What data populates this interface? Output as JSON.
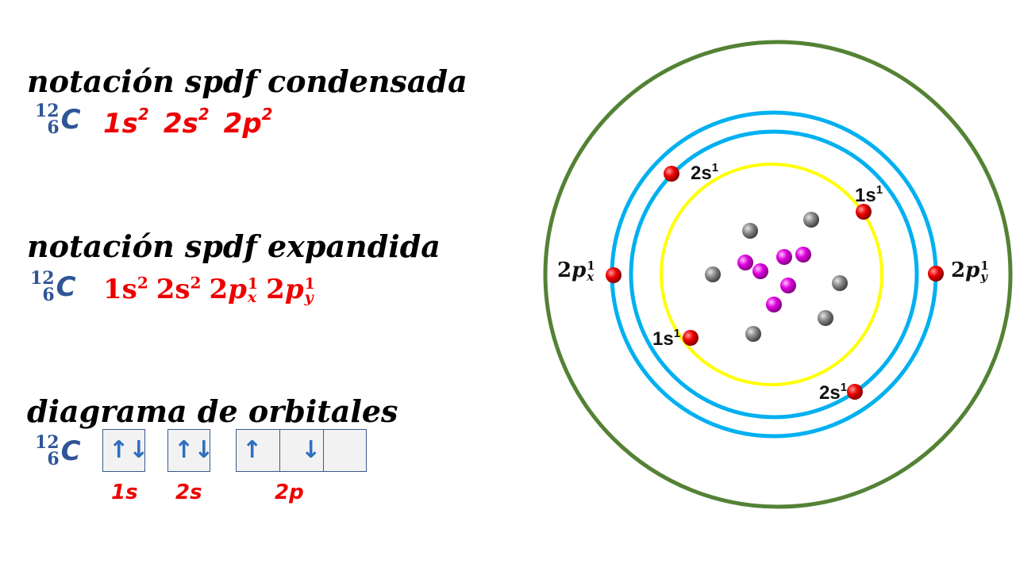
{
  "colors": {
    "heading": "#000000",
    "nuclide": "#2f5597",
    "config": "#ee0000",
    "arrow": "#2f6fbf",
    "outer_ring": "#548235",
    "shell_rings": "#00b0f0",
    "inner_ring": "#ffff00",
    "electron": "#ee0000",
    "neutron": "#7f7f7f",
    "proton": "#e000e0"
  },
  "nuclide": {
    "mass": "12",
    "atomic": "6",
    "symbol": "C"
  },
  "sections": {
    "condensed": {
      "title": "notación spdf  condensada",
      "terms": [
        {
          "base": "1s",
          "sup": "2"
        },
        {
          "base": "2s",
          "sup": "2"
        },
        {
          "base": "2p",
          "sup": "2"
        }
      ]
    },
    "expanded": {
      "title": "notación spdf  expandida",
      "terms": [
        {
          "base": "1s",
          "sup": "2"
        },
        {
          "base": "2s",
          "sup": "2"
        },
        {
          "n": "2",
          "l": "p",
          "sup": "1",
          "sub": "x"
        },
        {
          "n": "2",
          "l": "p",
          "sup": "1",
          "sub": "y"
        }
      ]
    },
    "diagram": {
      "title": "diagrama de orbitales",
      "orbitals": [
        {
          "label": "1s",
          "boxes": [
            "↑↓"
          ]
        },
        {
          "label": "2s",
          "boxes": [
            "↑↓"
          ]
        },
        {
          "label": "2p",
          "boxes": [
            "↑",
            "↓",
            ""
          ]
        }
      ]
    }
  },
  "atom": {
    "electron_labels": {
      "a": {
        "base": "2s",
        "sup": "1"
      },
      "b": {
        "base": "1s",
        "sup": "1"
      },
      "c": {
        "base": "1s",
        "sup": "1"
      },
      "d": {
        "base": "2s",
        "sup": "1"
      }
    },
    "p_labels": {
      "left": {
        "n": "2",
        "l": "p",
        "sup": "1",
        "sub": "x"
      },
      "right": {
        "n": "2",
        "l": "p",
        "sup": "1",
        "sub": "y"
      }
    },
    "particle_counts": {
      "protons": 6,
      "neutrons": 6,
      "electrons": 6
    }
  }
}
